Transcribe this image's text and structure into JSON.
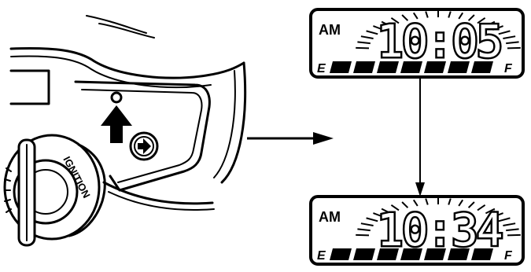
{
  "ignition_label": "IGNITION",
  "displays": [
    {
      "period": "AM",
      "time": "10:05",
      "fuel_empty": "E",
      "fuel_full": "F"
    },
    {
      "period": "AM",
      "time": "10:34",
      "fuel_empty": "E",
      "fuel_full": "F"
    }
  ]
}
